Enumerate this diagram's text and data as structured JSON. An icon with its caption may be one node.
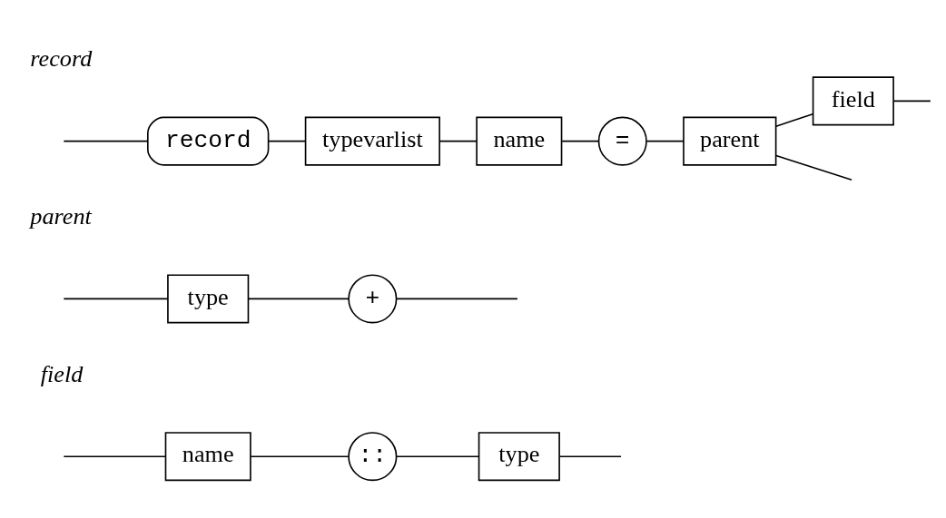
{
  "diagram": {
    "nodes": [
      {
        "text": [
          "record"
        ]
      },
      {
        "text": [
          "typevarlist"
        ]
      },
      {
        "text": [
          "name"
        ]
      },
      {
        "text": [
          "="
        ]
      },
      {
        "text": [
          "parent"
        ]
      },
      {
        "text": [
          "field"
        ]
      },
      {
        "text": [
          "type"
        ]
      },
      {
        "text": [
          "+"
        ]
      },
      {
        "text": [
          "name"
        ]
      },
      {
        "text": [
          "::"
        ]
      },
      {
        "text": [
          "type"
        ]
      }
    ],
    "edges": [
      {
        "from": null,
        "to": 0,
        "arrow": "none"
      },
      {
        "from": 0,
        "to": 1,
        "arrow": "none"
      },
      {
        "from": 1,
        "to": 2,
        "arrow": "none"
      },
      {
        "from": 2,
        "to": 3,
        "arrow": "none"
      },
      {
        "from": 3,
        "to": 4,
        "arrow": "none"
      },
      {
        "from": 4,
        "to": 5,
        "arrow": "none"
      },
      {
        "from": 5,
        "to": null,
        "arrow": "none"
      },
      {
        "from": 4,
        "to": null,
        "arrow": "none"
      },
      {
        "from": null,
        "to": 6,
        "arrow": "none"
      },
      {
        "from": 6,
        "to": 7,
        "arrow": "none"
      },
      {
        "from": 7,
        "to": null,
        "arrow": "none"
      },
      {
        "from": null,
        "to": 8,
        "arrow": "none"
      },
      {
        "from": 8,
        "to": 9,
        "arrow": "none"
      },
      {
        "from": 9,
        "to": 10,
        "arrow": "none"
      },
      {
        "from": 10,
        "to": null,
        "arrow": "none"
      }
    ],
    "labels": [
      "record",
      "parent",
      "field"
    ]
  }
}
